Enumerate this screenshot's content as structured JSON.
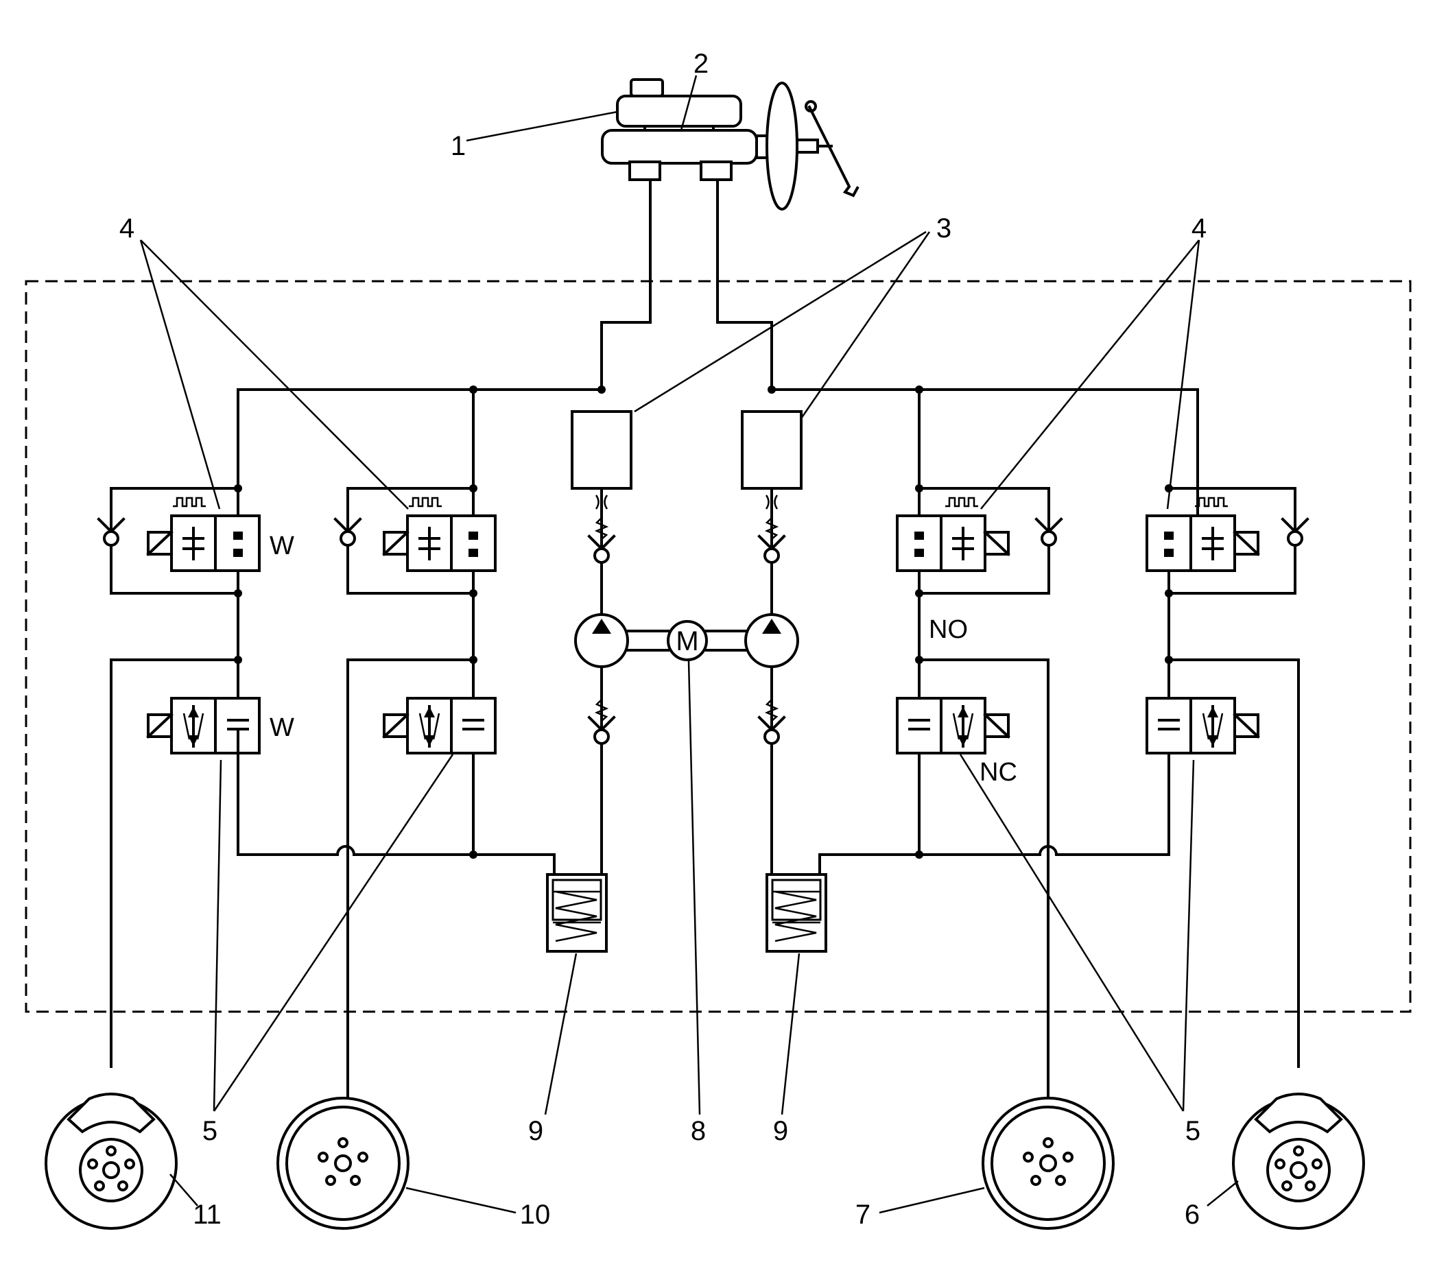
{
  "callouts": [
    {
      "id": "c1",
      "text": "1"
    },
    {
      "id": "c2",
      "text": "2"
    },
    {
      "id": "c3",
      "text": "3"
    },
    {
      "id": "c4l",
      "text": "4"
    },
    {
      "id": "c4r",
      "text": "4"
    },
    {
      "id": "c5l",
      "text": "5"
    },
    {
      "id": "c5r",
      "text": "5"
    },
    {
      "id": "c6",
      "text": "6"
    },
    {
      "id": "c7",
      "text": "7"
    },
    {
      "id": "c8",
      "text": "8"
    },
    {
      "id": "c9l",
      "text": "9"
    },
    {
      "id": "c9r",
      "text": "9"
    },
    {
      "id": "c10",
      "text": "10"
    },
    {
      "id": "c11",
      "text": "11"
    }
  ],
  "valve_labels": {
    "w_inlet": "W",
    "w_outlet": "W",
    "normally_open": "NO",
    "normally_closed": "NC"
  },
  "motor_label": "M"
}
